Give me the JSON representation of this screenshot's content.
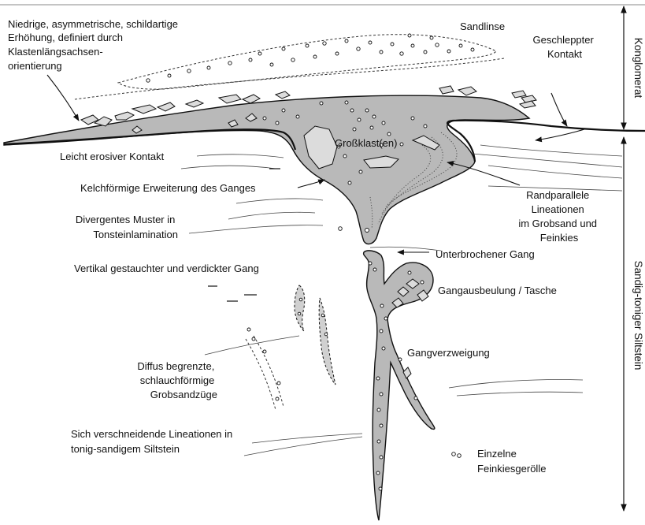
{
  "labels": {
    "schild": [
      "Niedrige, asymmetrische, schildartige",
      "Erhöhung, definiert durch",
      "Klastenlängsachsen-",
      "orientierung"
    ],
    "sandlinse": "Sandlinse",
    "geschleppt": [
      "Geschleppter",
      "Kontakt"
    ],
    "erosiv": "Leicht erosiver Kontakt",
    "grossklast": "Großklast(en)",
    "kelch": "Kelchförmige Erweiterung des Ganges",
    "randparallel": [
      "Randparallele",
      "Lineationen",
      "im Grobsand und",
      "Feinkies"
    ],
    "divergent": [
      "Divergentes Muster in",
      "Tonsteinlamination"
    ],
    "unterbrochen": "Unterbrochener Gang",
    "vertikal": "Vertikal gestauchter und verdickter Gang",
    "ausbeulung": "Gangausbeulung / Tasche",
    "verzweigung": "Gangverzweigung",
    "diffus": [
      "Diffus begrenzte,",
      "schlauchförmige",
      "Grobsandzüge"
    ],
    "schneidend": [
      "Sich verschneidende Lineationen in",
      "tonig-sandigem Siltstein"
    ],
    "einzeln": [
      "Einzelne",
      "Feinkiesgerölle"
    ]
  },
  "side_labels": {
    "konglomerat": "Konglomerat",
    "siltstein": "Sandig-toniger Siltstein"
  }
}
